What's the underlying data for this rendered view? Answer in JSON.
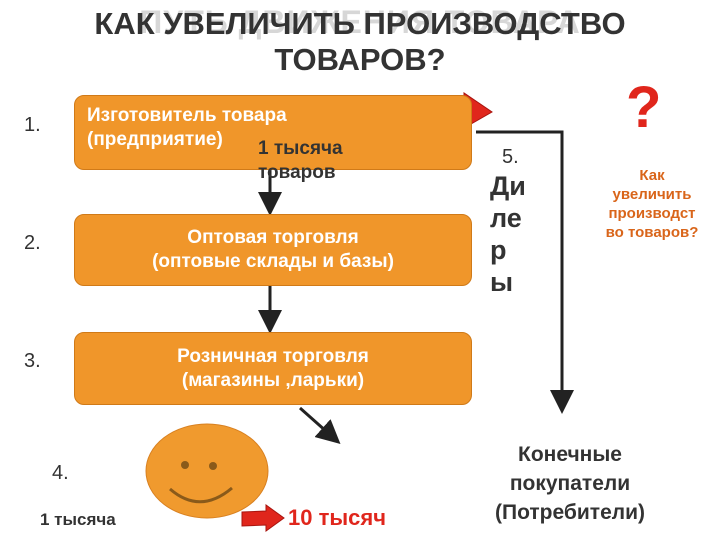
{
  "title": {
    "background": "ПУТЬ ДВИЖЕНИЯ ТОВАРА",
    "line1": "КАК УВЕЛИЧИТЬ ПРОИЗВОДСТВО",
    "line2": "ТОВАРОВ?"
  },
  "steps": {
    "s1": "1.",
    "s2": "2.",
    "s3": "3.",
    "s4": "4.",
    "s5": "5."
  },
  "boxes": {
    "manufacturer": {
      "line1": "Изготовитель товара",
      "line2": "(предприятие)"
    },
    "wholesale": {
      "line1": "Оптовая торговля",
      "line2": "(оптовые склады и базы)"
    },
    "retail": {
      "line1": "Розничная торговля",
      "line2": "(магазины ,ларьки)"
    }
  },
  "labels": {
    "thousand_goods_1": "1 тысяча",
    "thousand_goods_2": "товаров",
    "dealers_lines": [
      "Ди",
      "ле",
      "р",
      "ы"
    ],
    "question_mark": "?",
    "question_lines": [
      "Как",
      "увеличить",
      "производст",
      "во товаров?"
    ],
    "consumers_lines": [
      "Конечные",
      "покупатели",
      "(Потребители)"
    ],
    "one_thousand": "1 тысяча",
    "ten_thousand": "10 тысяч"
  },
  "colors": {
    "box_fill": "#f0962a",
    "arrow_red": "#e0261c",
    "smiley": "#f09a2e",
    "accent_text": "#d9651a"
  }
}
